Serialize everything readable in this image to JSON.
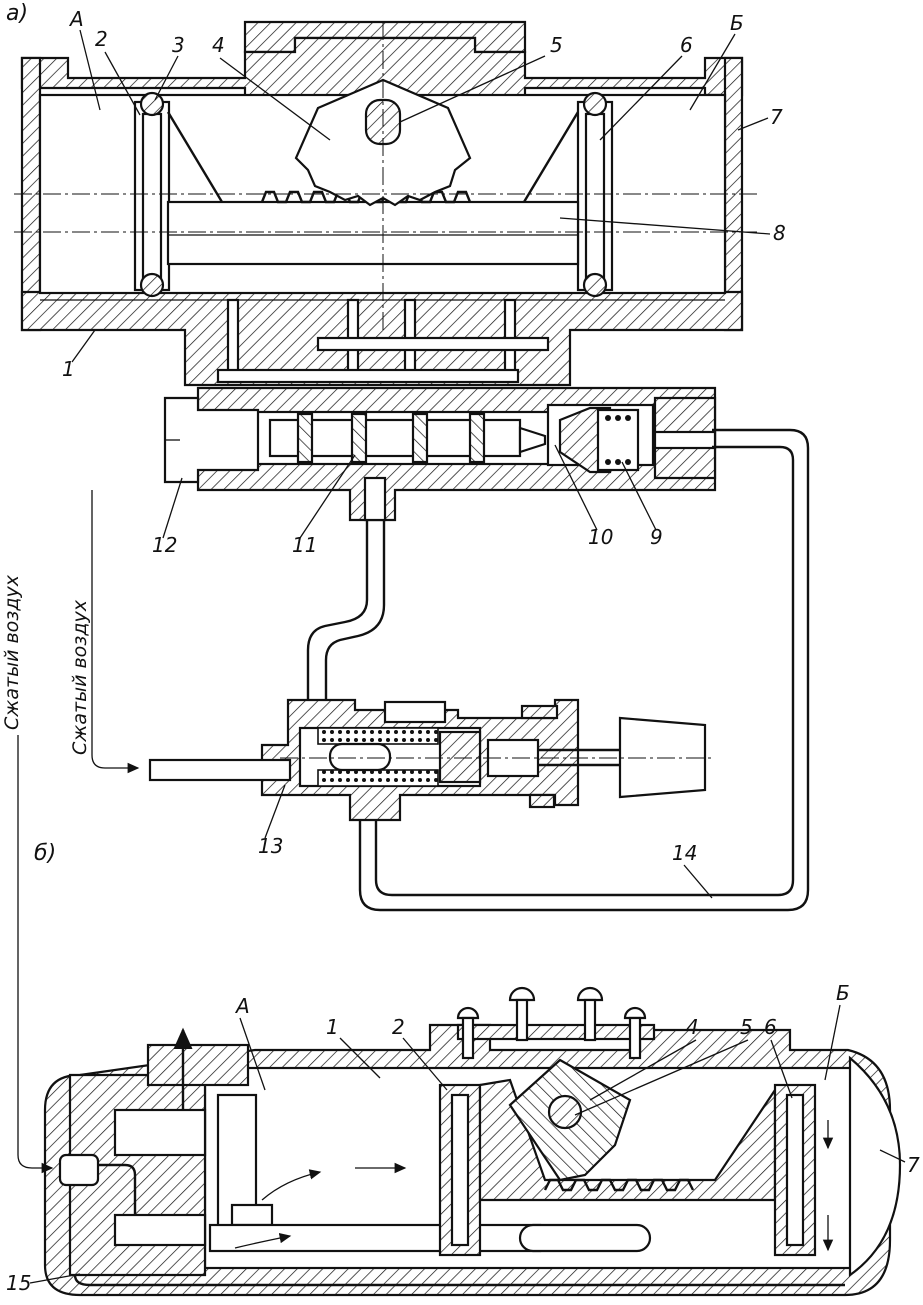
{
  "views": {
    "a": "а)",
    "b": "б)"
  },
  "chambers": {
    "a_left": "А",
    "a_right": "Б",
    "b_left": "А",
    "b_right": "Б"
  },
  "side_labels": {
    "air_1": "Сжатый воздух",
    "air_2": "Сжатый воздух"
  },
  "callouts_a": [
    "1",
    "2",
    "3",
    "4",
    "5",
    "6",
    "7",
    "8",
    "9",
    "10",
    "11",
    "12",
    "13",
    "14"
  ],
  "callouts_b": [
    "1",
    "2",
    "4",
    "5",
    "6",
    "7",
    "15"
  ]
}
